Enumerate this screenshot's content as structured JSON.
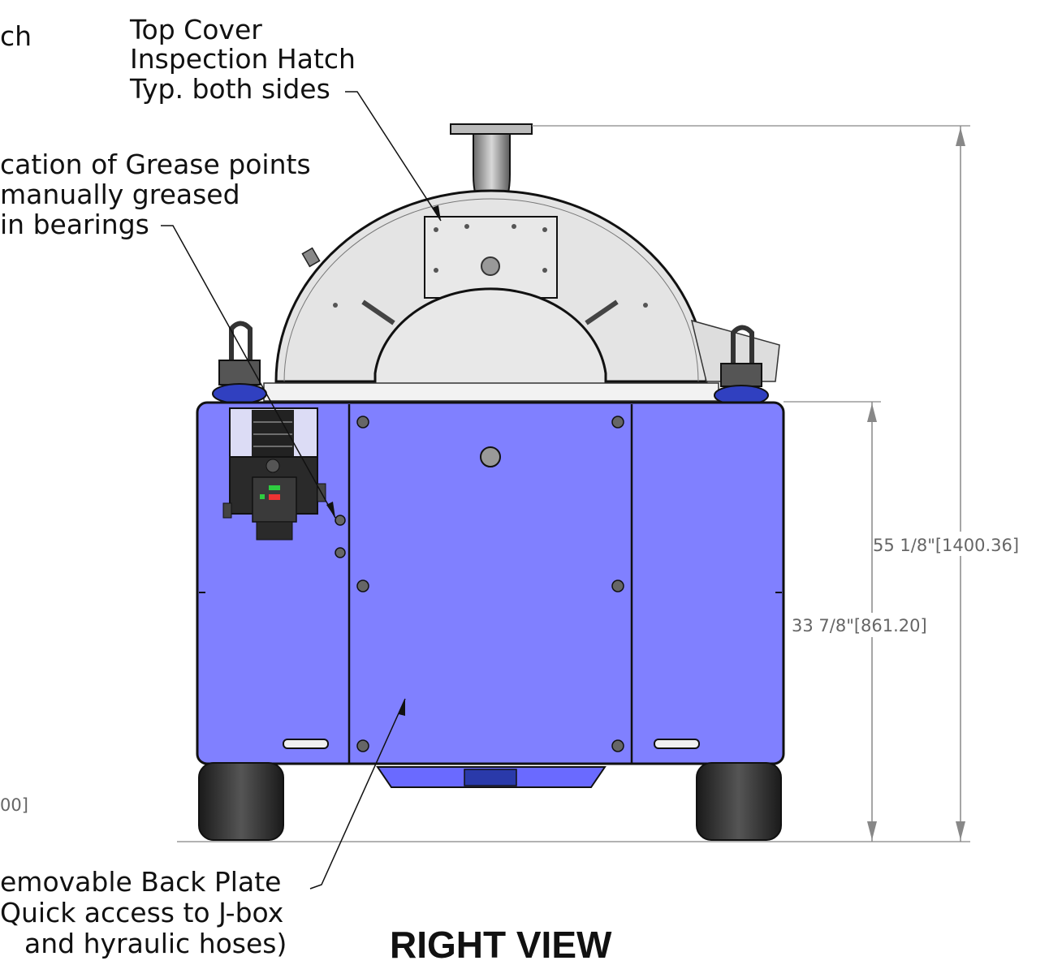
{
  "callouts": {
    "partial_left_top": "ch",
    "top_hatch": [
      "Top Cover",
      "Inspection Hatch",
      "Typ. both sides"
    ],
    "grease": [
      "cation of Grease points",
      "manually greased",
      "in bearings"
    ],
    "back_plate": [
      "emovable Back Plate",
      "Quick access to J-box",
      "and hyraulic hoses)"
    ]
  },
  "dimensions": {
    "overall_height": "55 1/8\"[1400.36]",
    "body_height": "33 7/8\"[861.20]",
    "partial_left": "00]"
  },
  "view_title": "RIGHT VIEW",
  "colors": {
    "body_blue": "#8080ff",
    "drum_gray": "#e4e4e4",
    "outline": "#111111",
    "dim_line": "#888888",
    "wheel": "#333333"
  }
}
